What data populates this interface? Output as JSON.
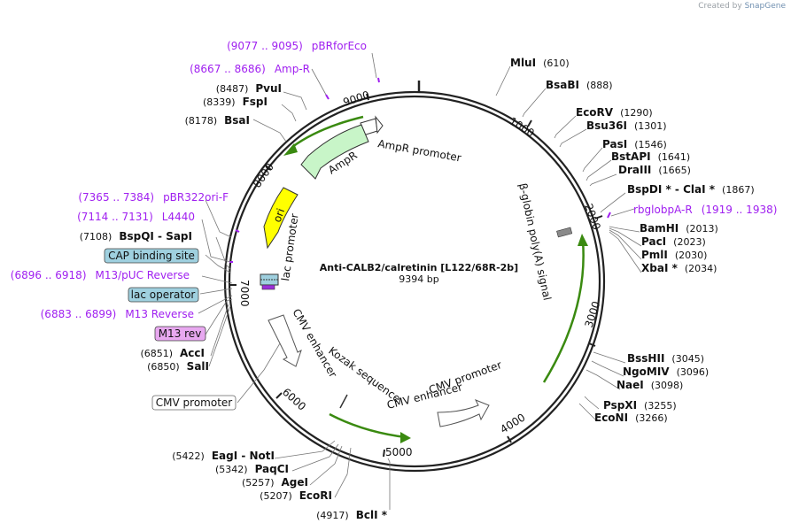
{
  "credit": {
    "prefix": "Created by",
    "brand": "SnapGene"
  },
  "plasmid": {
    "name": "Anti-CALB2/calretinin [L122/68R-2b]",
    "size_label": "9394 bp"
  },
  "ticks": [
    "1000",
    "2000",
    "3000",
    "4000",
    "5000",
    "6000",
    "7000",
    "8000",
    "9000"
  ],
  "sites_right": [
    {
      "name": "MluI",
      "pos": "(610)"
    },
    {
      "name": "BsaBI",
      "pos": "(888)"
    },
    {
      "name": "EcoRV",
      "pos": "(1290)"
    },
    {
      "name": "Bsu36I",
      "pos": "(1301)"
    },
    {
      "name": "PasI",
      "pos": "(1546)"
    },
    {
      "name": "BstAPI",
      "pos": "(1641)"
    },
    {
      "name": "DraIII",
      "pos": "(1665)"
    },
    {
      "name": "BspDI *  -  ClaI *",
      "pos": "(1867)"
    },
    {
      "name": "BamHI",
      "pos": "(2013)"
    },
    {
      "name": "PacI",
      "pos": "(2023)"
    },
    {
      "name": "PmlI",
      "pos": "(2030)"
    },
    {
      "name": "XbaI *",
      "pos": "(2034)"
    },
    {
      "name": "BssHII",
      "pos": "(3045)"
    },
    {
      "name": "NgoMIV",
      "pos": "(3096)"
    },
    {
      "name": "NaeI",
      "pos": "(3098)"
    },
    {
      "name": "PspXI",
      "pos": "(3255)"
    },
    {
      "name": "EcoNI",
      "pos": "(3266)"
    }
  ],
  "sites_left": [
    {
      "name": "PvuI",
      "pos": "(8487)"
    },
    {
      "name": "FspI",
      "pos": "(8339)"
    },
    {
      "name": "BsaI",
      "pos": "(8178)"
    },
    {
      "name": "BspQI  -  SapI",
      "pos": "(7108)"
    },
    {
      "name": "AccI",
      "pos": "(6851)"
    },
    {
      "name": "SalI",
      "pos": "(6850)"
    },
    {
      "name": "EagI  -  NotI",
      "pos": "(5422)"
    },
    {
      "name": "PaqCI",
      "pos": "(5342)"
    },
    {
      "name": "AgeI",
      "pos": "(5257)"
    },
    {
      "name": "EcoRI",
      "pos": "(5207)"
    },
    {
      "name": "BclI *",
      "pos": "(4917)"
    }
  ],
  "primers": [
    {
      "range": "(9077 .. 9095)",
      "name": "pBRforEco"
    },
    {
      "range": "(8667 .. 8686)",
      "name": "Amp-R"
    },
    {
      "range": "(7365 .. 7384)",
      "name": "pBR322ori-F"
    },
    {
      "range": "(7114 .. 7131)",
      "name": "L4440"
    },
    {
      "range": "(6896 .. 6918)",
      "name": "M13/pUC Reverse"
    },
    {
      "range": "(6883 .. 6899)",
      "name": "M13 Reverse"
    },
    {
      "name": "rbglobpA-R",
      "range": "(1919 .. 1938)"
    }
  ],
  "boxed_labels": [
    {
      "text": "CAP binding site",
      "color": "#9fd0df"
    },
    {
      "text": "lac operator",
      "color": "#9fd0df"
    },
    {
      "text": "M13 rev",
      "color": "#e8a8f0"
    },
    {
      "text": "CMV promoter",
      "color": "#ffffff"
    }
  ],
  "features": {
    "ampr_promoter": "AmpR promoter",
    "ampr": "AmpR",
    "ori": "ori",
    "lac_promoter": "lac promoter",
    "cmv_enhancer_left": "CMV enhancer",
    "kozak": "Kozak sequence",
    "cmv_enhancer_bottom": "CMV enhancer",
    "cmv_promoter_bottom": "CMV promoter",
    "beta_globin": "β-globin poly(A) signal"
  },
  "colors": {
    "ampr": "#c8f5c8",
    "ori": "#ffff00",
    "orf": "#3a8a10",
    "primer": "#a020f0",
    "outline": "#222222"
  }
}
